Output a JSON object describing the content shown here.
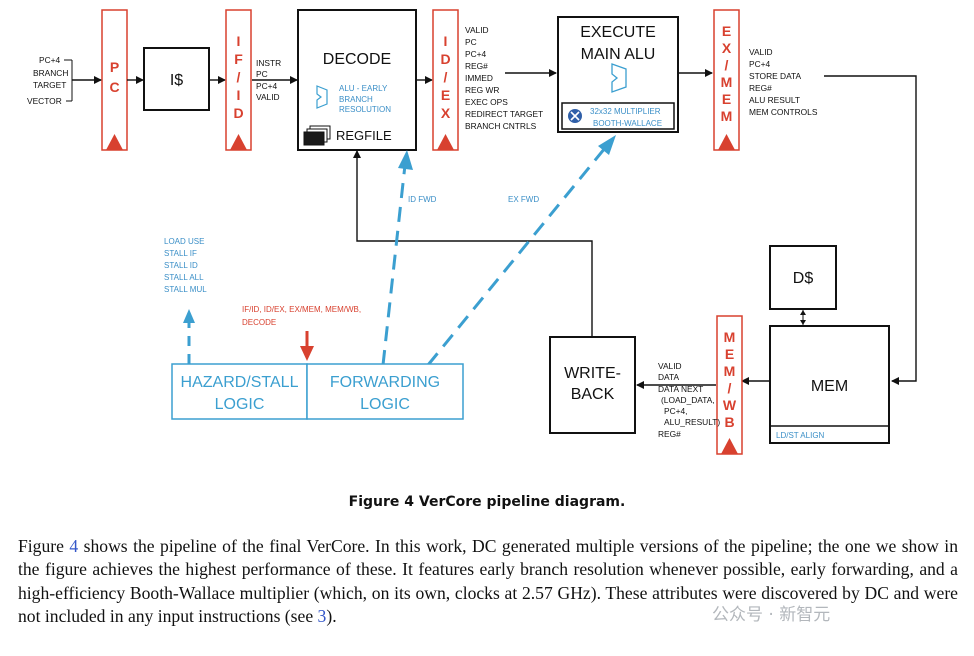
{
  "diagram": {
    "pc_inputs": [
      "PC+4",
      "BRANCH",
      "TARGET",
      "VECTOR"
    ],
    "pc_reg": "PC",
    "icache": "I$",
    "if_id": "IF/ID",
    "if_id_out": [
      "INSTR",
      "PC",
      "PC+4",
      "VALID"
    ],
    "decode": {
      "title": "DECODE",
      "alu": [
        "ALU - EARLY",
        "BRANCH",
        "RESOLUTION"
      ],
      "regfile": "REGFILE"
    },
    "id_ex": "ID/EX",
    "id_ex_out": [
      "VALID",
      "PC",
      "PC+4",
      "REG#",
      "IMMED",
      "REG WR",
      "EXEC OPS",
      "REDIRECT TARGET",
      "BRANCH CNTRLS"
    ],
    "execute": {
      "title1": "EXECUTE",
      "title2": "MAIN ALU",
      "mult1": "32x32 MULTIPLIER",
      "mult2": "BOOTH-WALLACE"
    },
    "ex_mem": "EX/MEM",
    "ex_mem_out": [
      "VALID",
      "PC+4",
      "STORE DATA",
      "REG#",
      "ALU RESULT",
      "MEM CONTROLS"
    ],
    "dcache": "D$",
    "mem": {
      "title": "MEM",
      "sub": "LD/ST ALIGN"
    },
    "mem_wb": "MEM/WB",
    "mem_wb_out": [
      "VALID",
      "DATA",
      "DATA NEXT",
      "(LOAD_DATA,",
      "PC+4,",
      "ALU_RESULT)",
      "REG#"
    ],
    "writeback": [
      "WRITE-",
      "BACK"
    ],
    "id_fwd": "ID FWD",
    "ex_fwd": "EX FWD",
    "hazard_out": [
      "LOAD USE",
      "STALL IF",
      "STALL ID",
      "STALL ALL",
      "STALL MUL"
    ],
    "hazard_in": [
      "IF/ID, ID/EX, EX/MEM, MEM/WB,",
      "DECODE"
    ],
    "hazard": [
      "HAZARD/STALL",
      "LOGIC"
    ],
    "forwarding": [
      "FORWARDING",
      "LOGIC"
    ]
  },
  "caption": "Figure 4  VerCore pipeline diagram.",
  "body": {
    "p1": "Figure ",
    "ref1": "4",
    "p2": " shows the pipeline of the final VerCore. In this work, DC generated multiple versions of the pipeline; the one we show in the figure achieves the highest performance of these. It features early branch resolution whenever possible, early forwarding, and a high-efficiency Booth-Wallace multiplier (which, on its own, clocks at 2.57 GHz). These attributes were discovered by DC and were not included in any input instructions (see ",
    "ref2": "3",
    "p3": ")."
  },
  "watermark": "公众号 · 新智元",
  "colors": {
    "red": "#d8412f",
    "blue": "#3b9fd0"
  }
}
